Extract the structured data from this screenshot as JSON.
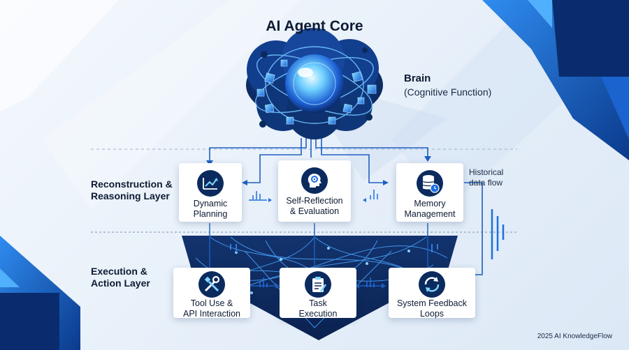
{
  "title": "AI Agent Core",
  "brain": {
    "title": "Brain",
    "subtitle": "(Cognitive Function)"
  },
  "layers": {
    "reasoning": {
      "line1": "Reconstruction &",
      "line2": "Reasoning Layer"
    },
    "execution": {
      "line1": "Execution &",
      "line2": "Action Layer"
    }
  },
  "historical_flow": {
    "line1": "Historical",
    "line2": "data flow"
  },
  "cards": {
    "dynamic_planning": {
      "line1": "Dynamic",
      "line2": "Planning",
      "icon": "chart-trend-icon"
    },
    "self_reflection": {
      "line1": "Self-Reflection",
      "line2": "& Evaluation",
      "icon": "head-gear-icon"
    },
    "memory_management": {
      "line1": "Memory",
      "line2": "Management",
      "icon": "database-clock-icon"
    },
    "tool_use": {
      "line1": "Tool Use &",
      "line2": "API Interaction",
      "icon": "tools-icon"
    },
    "task_execution": {
      "line1": "Task",
      "line2": "Execution",
      "icon": "clipboard-icon"
    },
    "feedback_loops": {
      "line1": "System Feedback",
      "line2": "Loops",
      "icon": "refresh-icon"
    }
  },
  "footer": "2025 AI KnowledgeFlow",
  "colors": {
    "navy": "#0b2a5e",
    "blue": "#1f6fe0",
    "light_blue": "#4ea6ff",
    "background": "#eaf1fa"
  }
}
